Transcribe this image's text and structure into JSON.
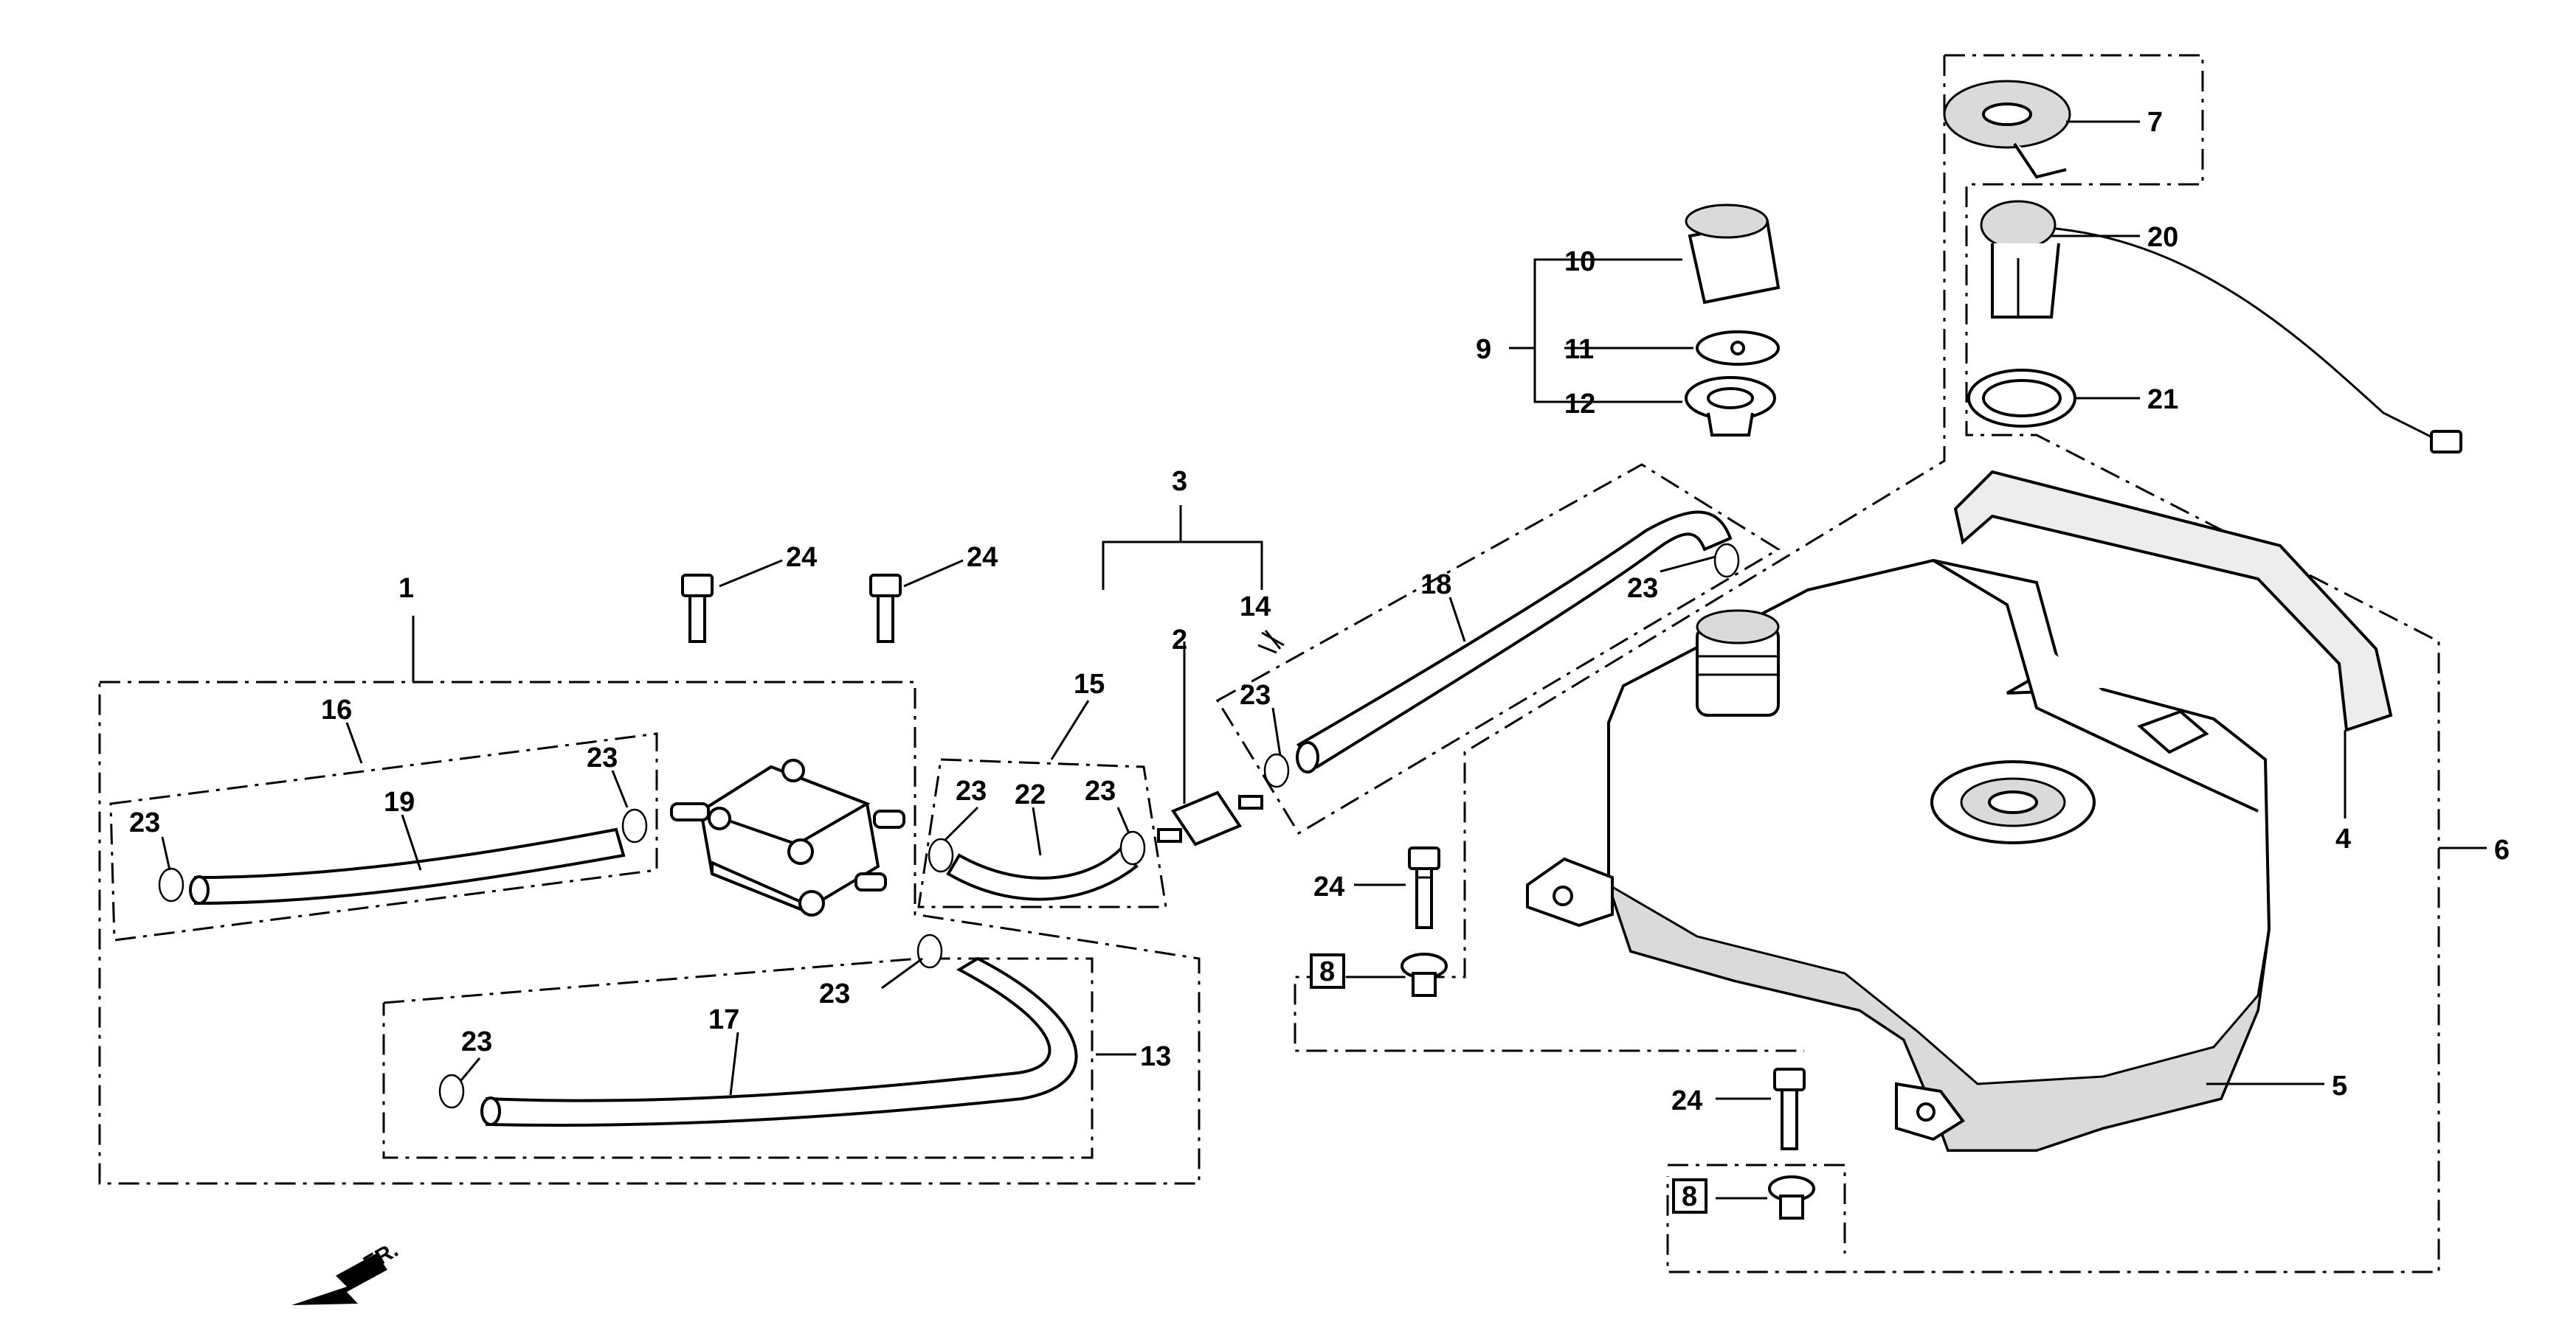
{
  "diagram": {
    "callouts": {
      "c1": "1",
      "c2": "2",
      "c3": "3",
      "c4": "4",
      "c5": "5",
      "c6": "6",
      "c7": "7",
      "c8a": "8",
      "c8b": "8",
      "c9": "9",
      "c10": "10",
      "c11": "11",
      "c12": "12",
      "c13": "13",
      "c14": "14",
      "c15": "15",
      "c16": "16",
      "c17": "17",
      "c18": "18",
      "c19": "19",
      "c20": "20",
      "c21": "21",
      "c22": "22",
      "c23a": "23",
      "c23b": "23",
      "c23c": "23",
      "c23d": "23",
      "c23e": "23",
      "c23f": "23",
      "c23g": "23",
      "c23h": "23",
      "c24a": "24",
      "c24b": "24",
      "c24c": "24",
      "c24d": "24"
    },
    "front_label": "FR.",
    "front_arrow_icon": "front-direction-arrow-icon"
  }
}
